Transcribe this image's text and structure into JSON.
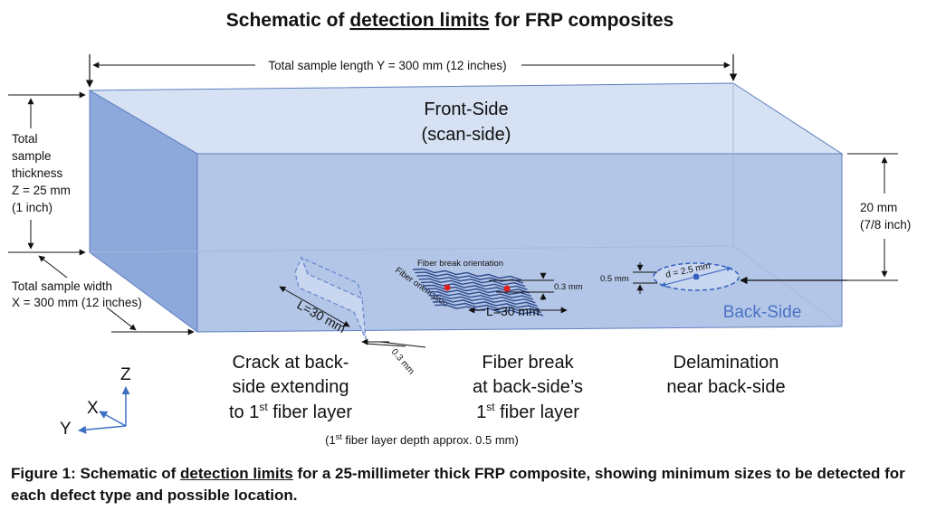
{
  "title": {
    "prefix": "Schematic of ",
    "underlined": "detection limits",
    "suffix": " for FRP composites"
  },
  "length_label": "Total sample length Y = 300 mm (12 inches)",
  "thickness_label": [
    "Total",
    "sample",
    "thickness",
    "Z = 25 mm",
    "(1 inch)"
  ],
  "width_label": [
    "Total sample width",
    "X = 300 mm (12 inches)"
  ],
  "front_side": [
    "Front-Side",
    "(scan-side)"
  ],
  "back_side": "Back-Side",
  "depth_label": [
    "20 mm",
    "(7/8 inch)"
  ],
  "crack": {
    "length": "L=30 mm",
    "width": "0.3 mm",
    "label": [
      "Crack at back-",
      "side extending",
      "to 1",
      "st",
      " fiber layer"
    ]
  },
  "fiber_break": {
    "orientation": "Fiber break orientation",
    "fiber_orientation": "Fiber orientation",
    "gap": "0.3 mm",
    "length": "L=30 mm",
    "label": [
      "Fiber break",
      "at back-side’s",
      "1",
      "st",
      " fiber layer"
    ]
  },
  "delamination": {
    "depth": "0.5 mm",
    "diameter": "d = 2.5 mm",
    "label": [
      "Delamination",
      "near back-side"
    ]
  },
  "note": {
    "pre": "(1",
    "sup": "st",
    "post": " fiber layer depth approx. 0.5 mm)"
  },
  "axes": {
    "z": "Z",
    "x": "X",
    "y": "Y"
  },
  "caption": {
    "prefix": "Figure 1: Schematic of ",
    "underlined": "detection limits",
    "suffix": " for a 25-millimeter thick FRP composite, showing minimum sizes to be detected for each defect type and possible location."
  },
  "colors": {
    "top": "#d6e1f3",
    "front": "#b3c6e7",
    "side": "#8da8da",
    "back_text": "#4a72c4",
    "fiber": "#2e4a8c",
    "red": "#e02020",
    "dot": "#3560c0",
    "axis": "#3c6fc4"
  }
}
